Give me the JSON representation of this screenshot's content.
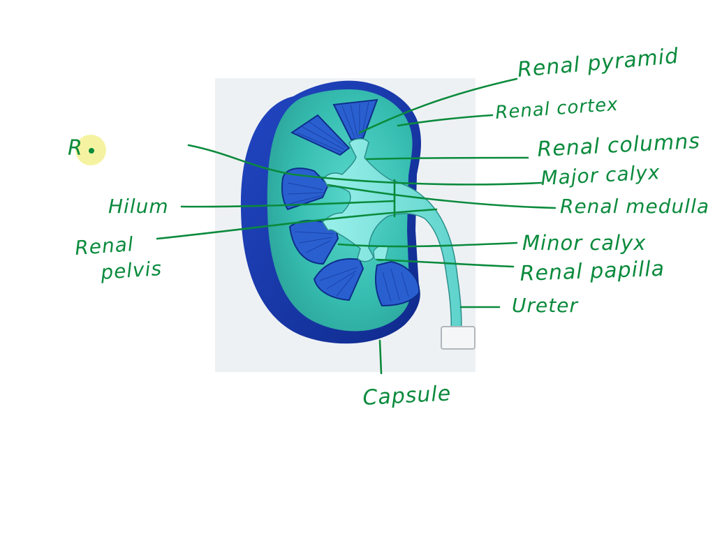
{
  "labels": {
    "renal_pyramid": "Renal pyramid",
    "renal_cortex": "Renal cortex",
    "renal_columns": "Renal columns",
    "major_calyx": "Major calyx",
    "renal_medulla": "Renal medulla",
    "minor_calyx": "Minor calyx",
    "renal_papilla": "Renal papilla",
    "ureter": "Ureter",
    "capsule": "Capsule",
    "hilum": "Hilum",
    "renal_pelvis_line1": "Renal",
    "renal_pelvis_line2": "pelvis",
    "partial_r": "R"
  },
  "colors": {
    "ink": "#0a8a3c",
    "capsule": "#1a3fb0",
    "cortex": "#3cc6b8",
    "pyramid": "#2a5fd0",
    "pelvis": "#7fe6e0",
    "panel": "#eef1f4",
    "cursor_highlight": "#f3f08a"
  }
}
